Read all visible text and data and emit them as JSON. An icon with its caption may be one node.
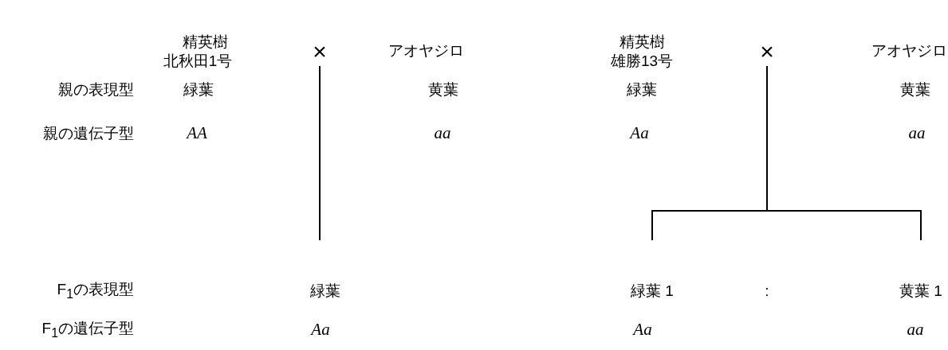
{
  "diagram": {
    "nodes": [
      {
        "text": [
          "×"
        ]
      },
      {
        "text": [
          "×"
        ]
      },
      {
        "text": [
          "緑葉"
        ]
      },
      {
        "text": [
          "緑葉 1"
        ]
      },
      {
        "text": [
          "黄葉 1"
        ]
      }
    ],
    "edges": [
      {
        "from": 0,
        "to": 2,
        "arrow": "none"
      },
      {
        "from": 1,
        "to": 3,
        "arrow": "none"
      },
      {
        "from": 1,
        "to": 4,
        "arrow": "none"
      }
    ],
    "labels": [
      "精英樹",
      "北秋田1号",
      "アオヤジロ",
      "精英樹",
      "雄勝13号",
      "アオヤジロ",
      "親の表現型",
      "緑葉",
      "黄葉",
      "緑葉",
      "黄葉",
      "親の遺伝子型",
      "AA",
      "aa",
      "Aa",
      "aa",
      "F$_{1}$の表現型",
      ":",
      "F$_{1}$の遺伝子型",
      "Aa",
      "Aa",
      "aa"
    ]
  }
}
